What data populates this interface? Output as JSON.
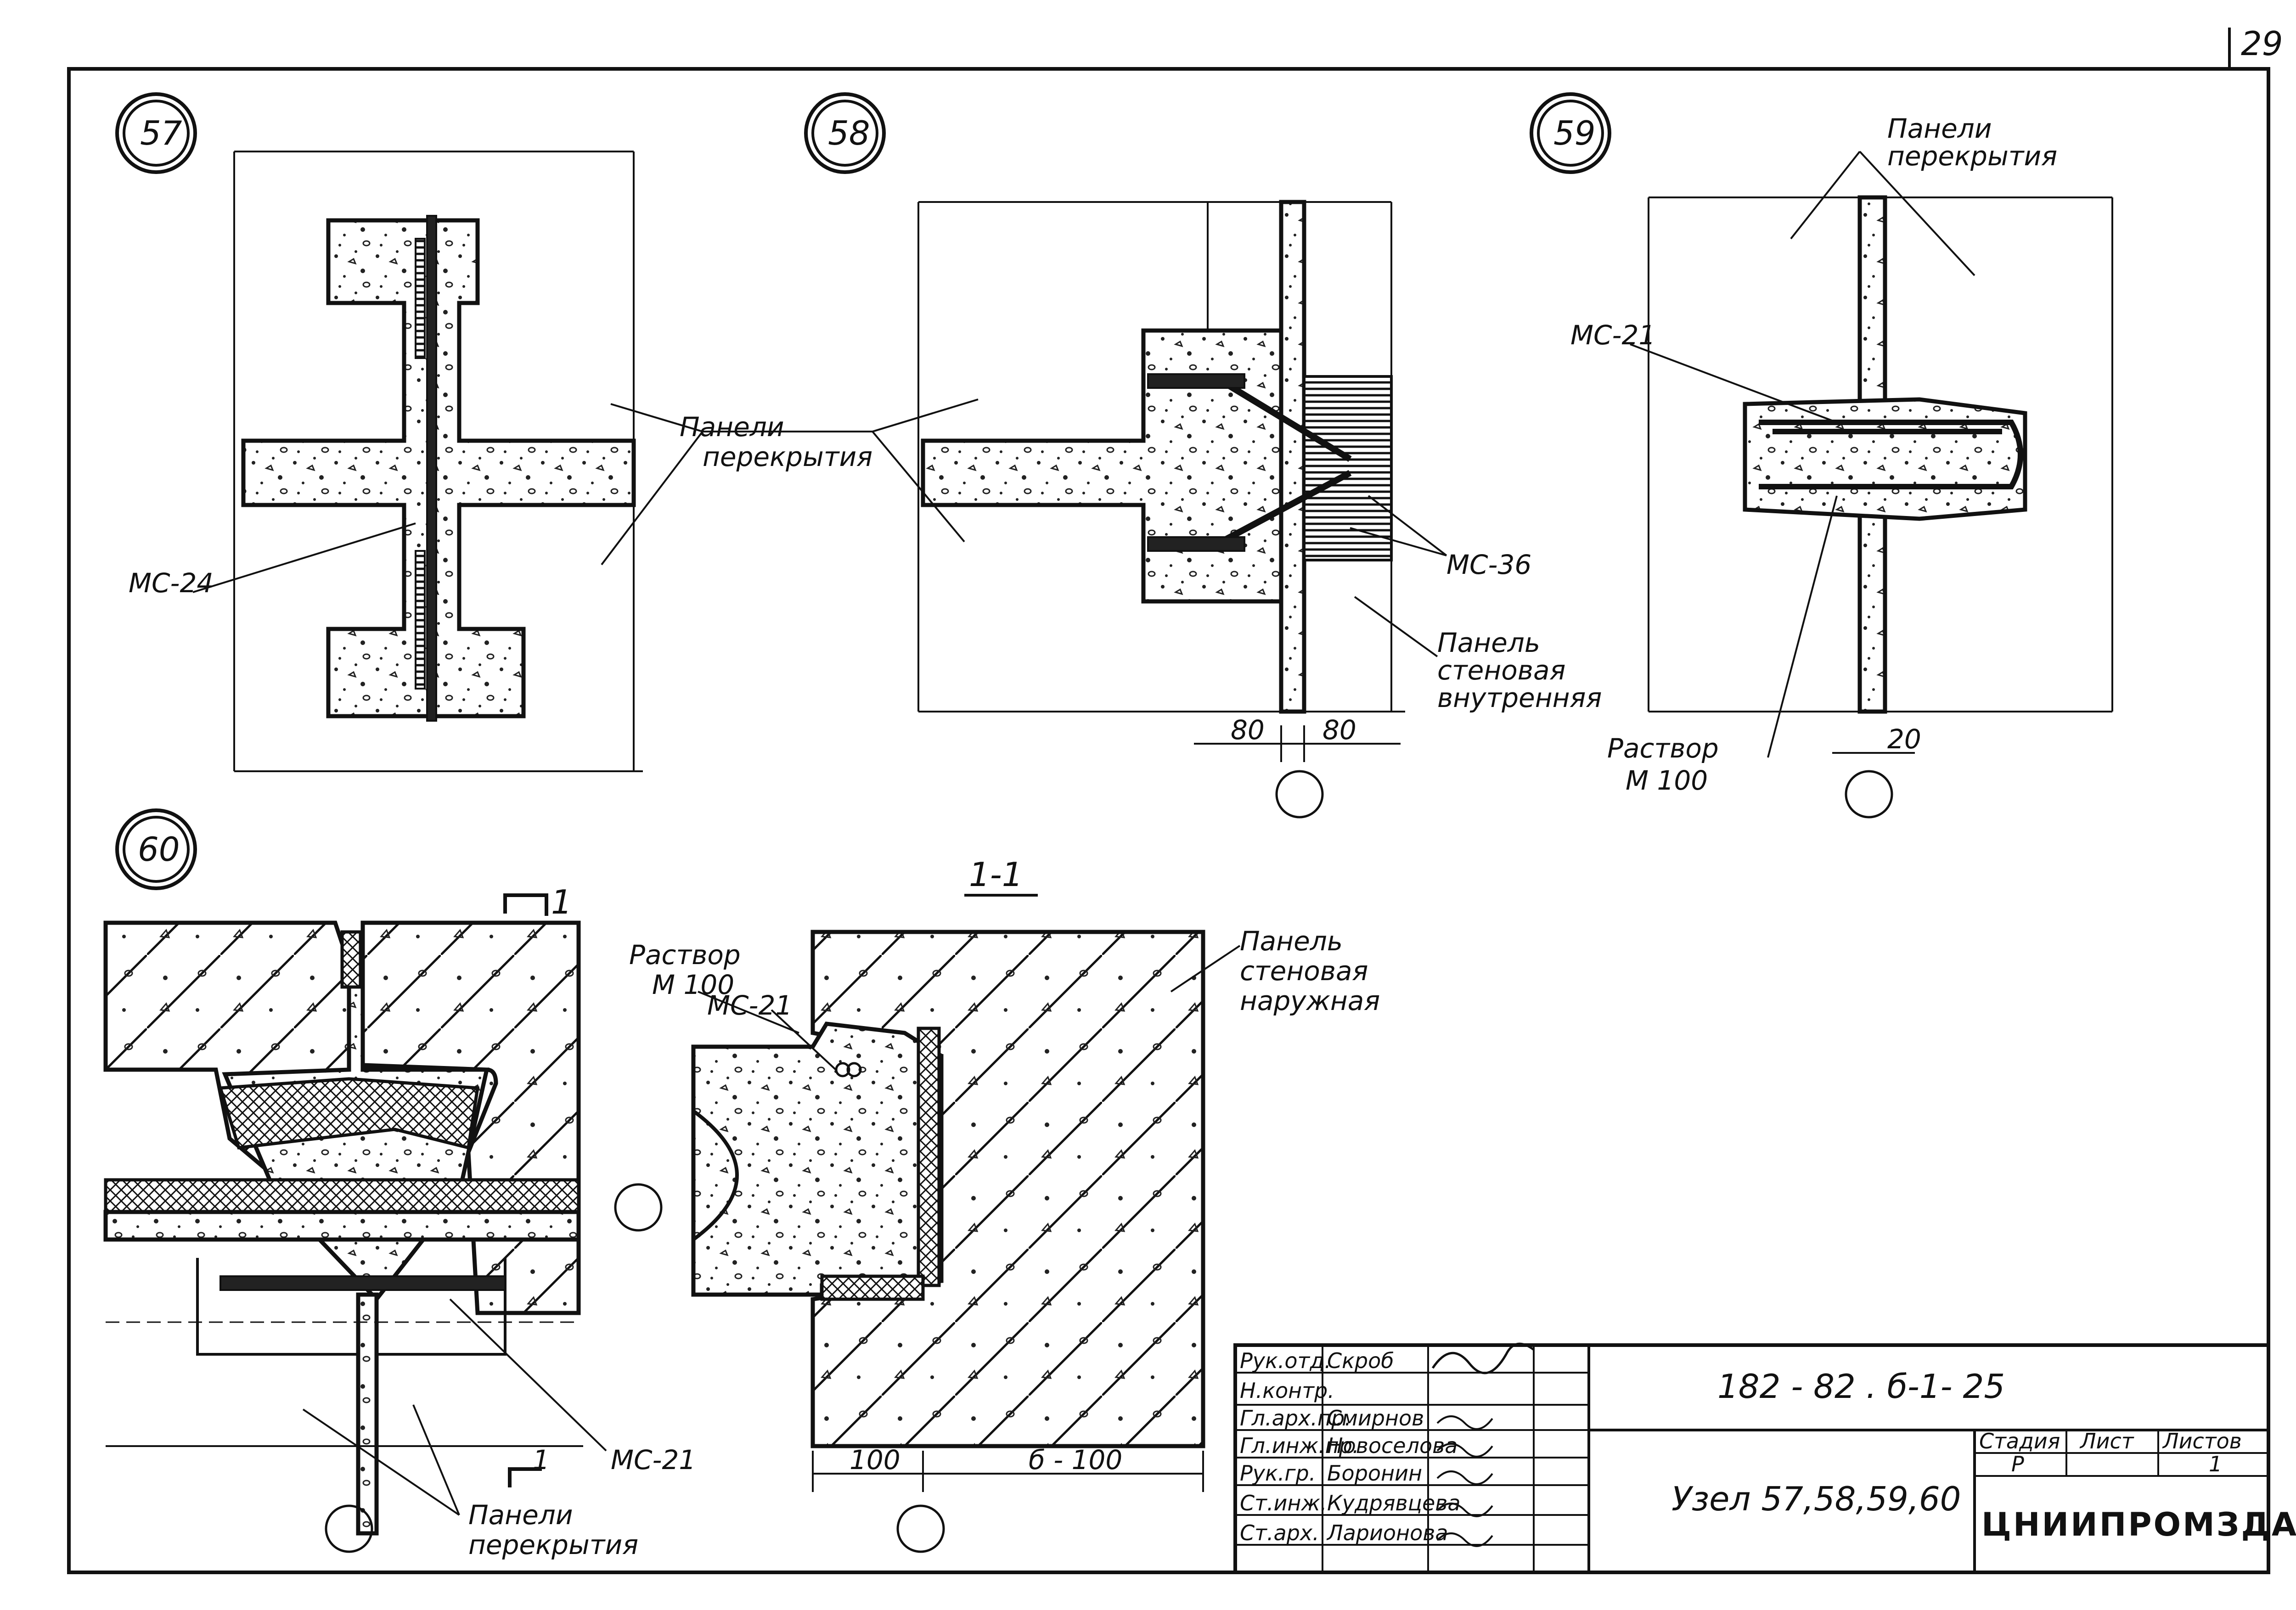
{
  "page_number": "29",
  "nodes": {
    "n57": "57",
    "n58": "58",
    "n59": "59",
    "n60": "60"
  },
  "section": {
    "title": "1-1",
    "marker": "1"
  },
  "labels": {
    "paneli_perekrytiya": [
      "Панели",
      "перекрытия"
    ],
    "mc24": "МС-24",
    "mc36": "МС-36",
    "mc21": "МС-21",
    "panel_vnutr": [
      "Панель",
      "стеновая",
      "внутренняя"
    ],
    "panel_naruzh": [
      "Панель",
      "стеновая",
      "наружная"
    ],
    "rastvor": [
      "Раствор",
      "М 100"
    ]
  },
  "dimensions": {
    "d80a": "80",
    "d80b": "80",
    "d20": "20",
    "d100": "100",
    "d_b100": "б - 100"
  },
  "title_block": {
    "doc_code": "182 - 82 . б-1- 25",
    "sheet_name": "Узел 57,58,59,60",
    "org": "ЦНИИПРОМЗДАНИЙ",
    "stage_hdr": "Стадия",
    "sheet_hdr": "Лист",
    "sheets_hdr": "Листов",
    "stage": "Р",
    "sheet": "",
    "sheets": "1",
    "rows": [
      {
        "role": "Рук.отд.",
        "name": "Скроб"
      },
      {
        "role": "Н.контр.",
        "name": ""
      },
      {
        "role": "Гл.арх.пр.",
        "name": "Смирнов"
      },
      {
        "role": "Гл.инж.пр.",
        "name": "Новоселова"
      },
      {
        "role": "Рук.гр.",
        "name": "Боронин"
      },
      {
        "role": "Ст.инж.",
        "name": "Кудрявцева"
      },
      {
        "role": "Ст.арх.",
        "name": "Ларионова"
      }
    ]
  }
}
